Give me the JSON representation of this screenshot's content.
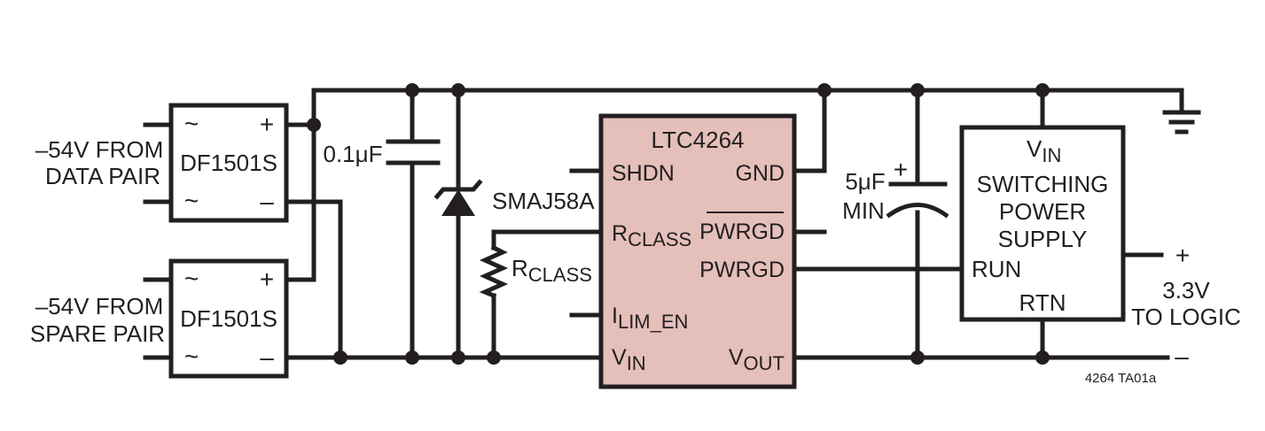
{
  "colors": {
    "ic_fill": "#e5bfba",
    "line": "#231f20"
  },
  "bridge_top": {
    "name": "DF1501S",
    "ac1": "~",
    "ac2": "~",
    "plus": "+",
    "minus": "–"
  },
  "bridge_bottom": {
    "name": "DF1501S",
    "ac1": "~",
    "ac2": "~",
    "plus": "+",
    "minus": "–"
  },
  "input_data": {
    "line1": "–54V FROM",
    "line2": "DATA PAIR"
  },
  "input_spare": {
    "line1": "–54V FROM",
    "line2": "SPARE PAIR"
  },
  "cap1": {
    "label": "0.1μF"
  },
  "tvs": {
    "label": "SMAJ58A"
  },
  "rclass_res": {
    "main": "R",
    "sub": "CLASS"
  },
  "ic": {
    "name": "LTC4264",
    "pins_left": {
      "shdn": "SHDN",
      "rclass_main": "R",
      "rclass_sub": "CLASS",
      "ilim_main": "I",
      "ilim_sub": "LIM_EN",
      "vin_main": "V",
      "vin_sub": "IN"
    },
    "pins_right": {
      "gnd": "GND",
      "pwrgd_bar": "PWRGD",
      "pwrgd": "PWRGD",
      "vout_main": "V",
      "vout_sub": "OUT"
    }
  },
  "cap2": {
    "value": "5μF",
    "min": "MIN",
    "plus": "+"
  },
  "psu": {
    "vin_main": "V",
    "vin_sub": "IN",
    "line1": "SWITCHING",
    "line2": "POWER",
    "line3": "SUPPLY",
    "run": "RUN",
    "rtn": "RTN"
  },
  "output": {
    "plus": "+",
    "minus": "–",
    "line1": "3.3V",
    "line2": "TO LOGIC"
  },
  "figure_id": "4264 TA01a"
}
